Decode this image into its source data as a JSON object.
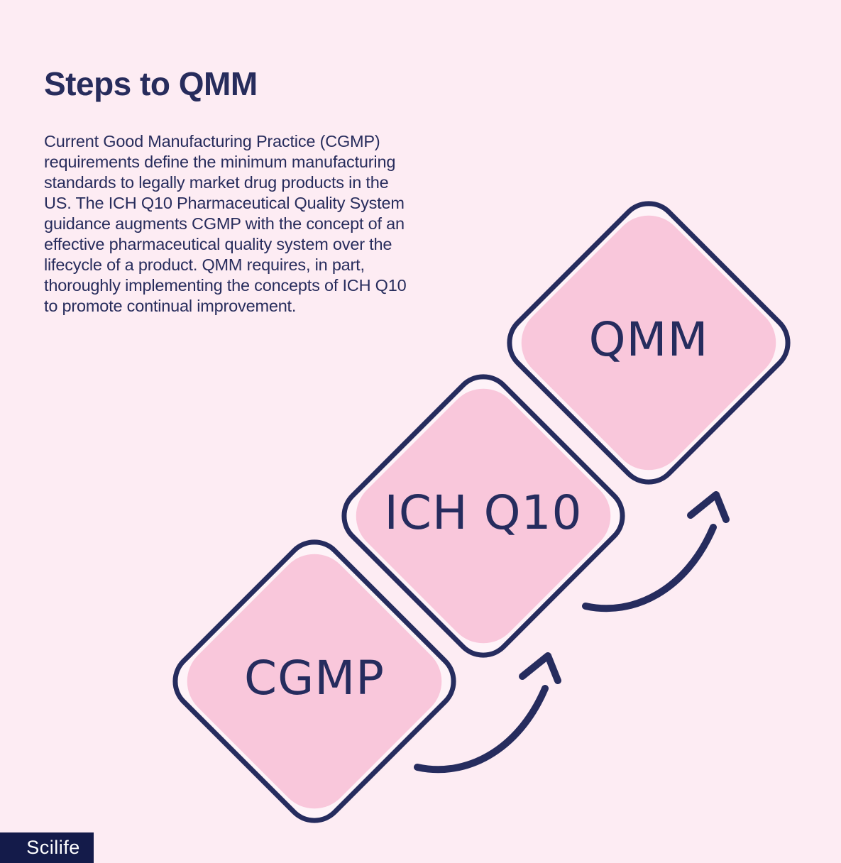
{
  "title": "Steps to QMM",
  "intro": {
    "lines": [
      "Current Good Manufacturing Practice (CGMP)",
      "requirements define the minimum manufacturing",
      "standards to legally market drug products in the",
      "US. The ICH Q10 Pharmaceutical Quality System",
      "guidance augments CGMP with the concept of an",
      "effective pharmaceutical quality system over the",
      "lifecycle of a product. QMM requires, in part,",
      "thoroughly implementing the concepts of ICH Q10",
      "to promote continual improvement."
    ]
  },
  "steps": [
    {
      "label": "CGMP"
    },
    {
      "label": "ICH Q10"
    },
    {
      "label": "QMM"
    }
  ],
  "icons": [
    {
      "name": "curved-up-arrow-icon",
      "meaning": "progression from CGMP to ICH Q10"
    },
    {
      "name": "curved-up-arrow-icon",
      "meaning": "progression from ICH Q10 to QMM"
    }
  ],
  "footer": {
    "logo": "Scilife"
  },
  "colors": {
    "background": "#fdecf3",
    "diamond_fill": "#f9c7db",
    "diamond_gap": "#fef3f8",
    "navy": "#262c5e",
    "text": "#272c5c",
    "logo_bg": "#141b4a",
    "logo_text": "#ffffff"
  }
}
